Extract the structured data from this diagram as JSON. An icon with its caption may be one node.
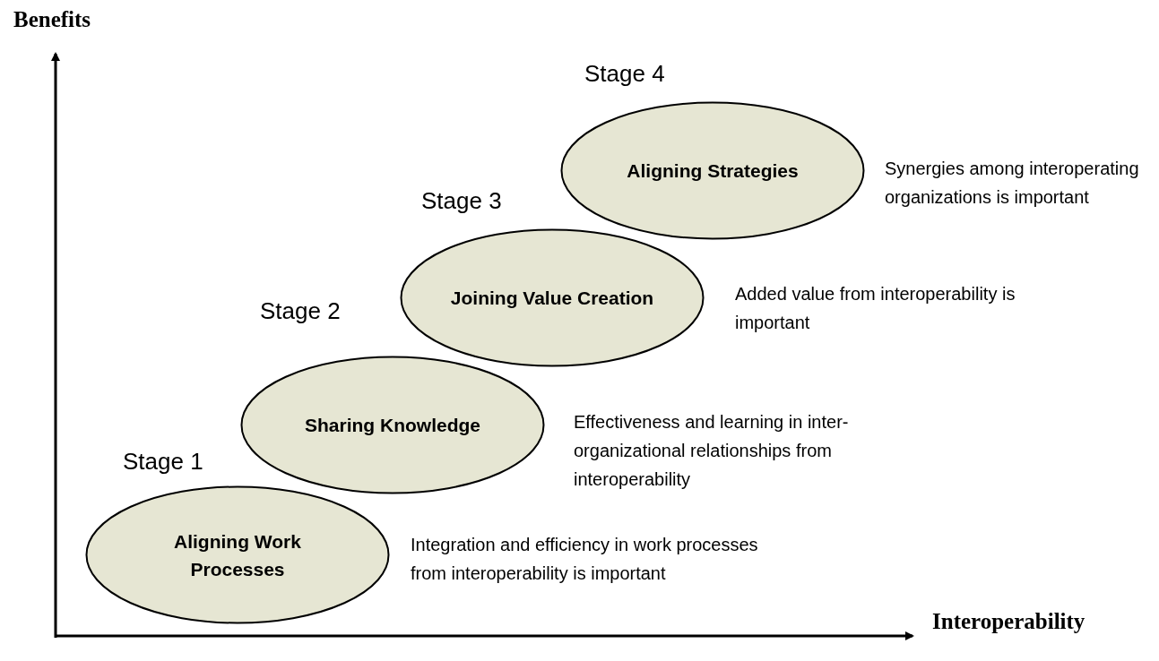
{
  "diagram": {
    "nodes": [
      {
        "text": [
          "Stage 1",
          "Aligning Work Processes"
        ],
        "beside": [
          "Integration and efficiency in work processes from interoperability is important"
        ]
      },
      {
        "text": [
          "Stage 2",
          "Sharing Knowledge"
        ],
        "beside": [
          "Effectiveness and learning in inter-organizational relationships from interoperability"
        ]
      },
      {
        "text": [
          "Stage 3",
          "Joining Value Creation"
        ],
        "beside": [
          "Added value from interoperability is important"
        ]
      },
      {
        "text": [
          "Stage 4",
          "Aligning Strategies"
        ],
        "beside": [
          "Synergies among interoperating organizations is important"
        ]
      }
    ],
    "edges": [],
    "labels": [
      "Benefits",
      "Interoperability"
    ]
  }
}
